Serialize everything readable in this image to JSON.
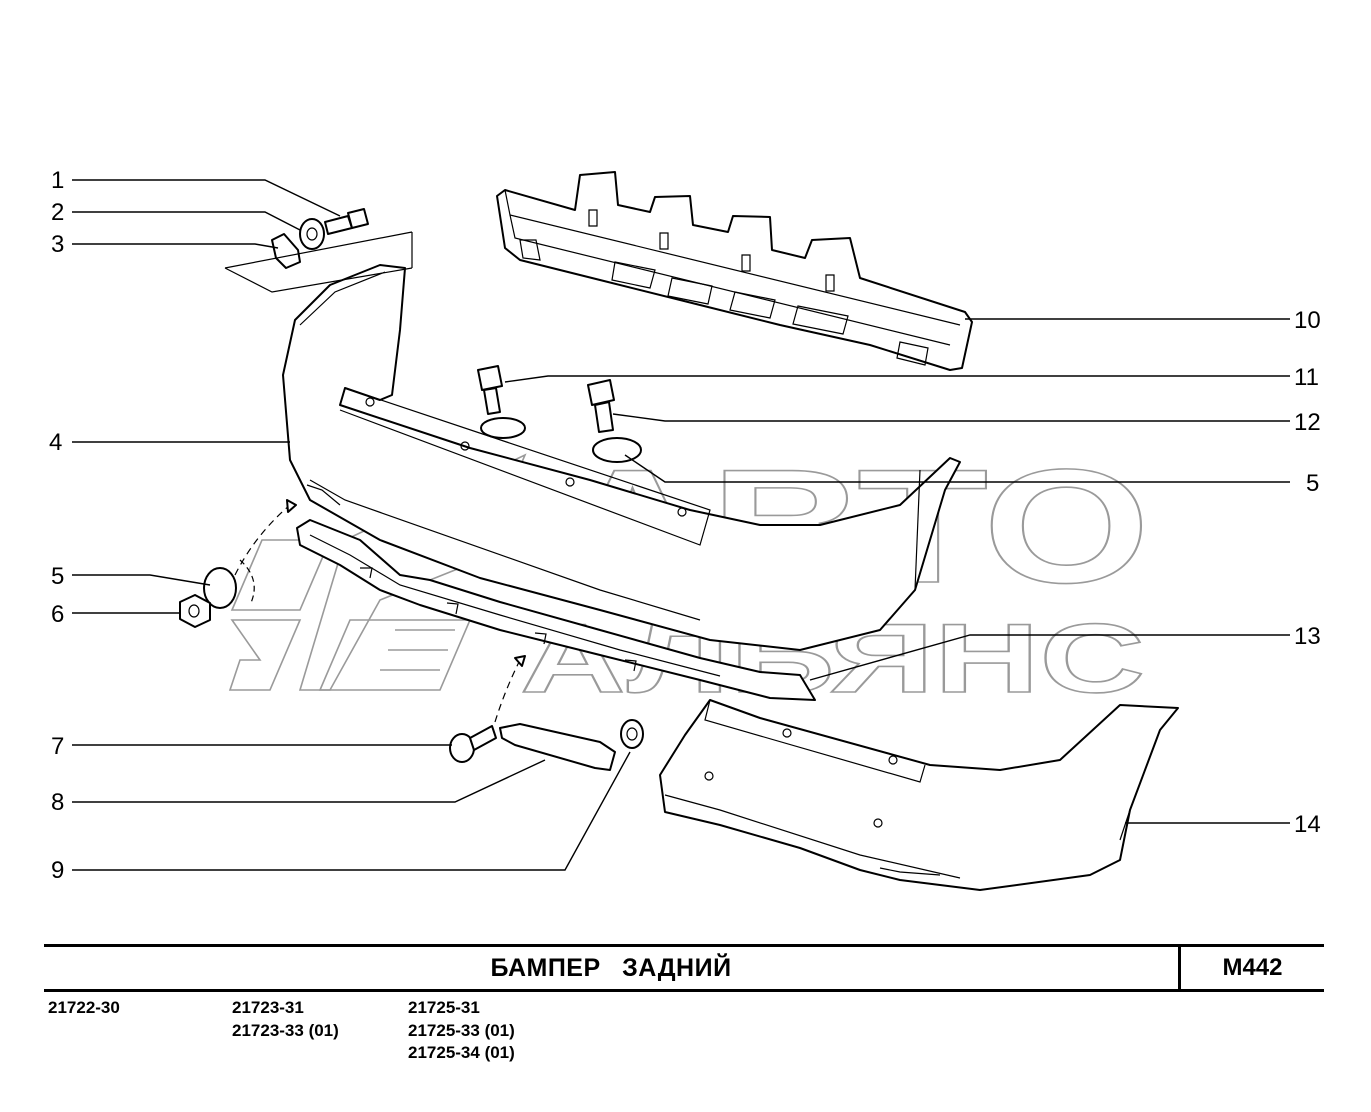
{
  "title": "БАМПЕР   ЗАДНИЙ",
  "code": "M442",
  "models": [
    [
      "21722-30"
    ],
    [
      "21723-31",
      "21723-33 (01)"
    ],
    [
      "21725-31",
      "21725-33 (01)",
      "21725-34 (01)"
    ]
  ],
  "callouts": {
    "c1": "1",
    "c2": "2",
    "c3": "3",
    "c4": "4",
    "c5a": "5",
    "c6": "6",
    "c7": "7",
    "c8": "8",
    "c9": "9",
    "c10": "10",
    "c11": "11",
    "c12": "12",
    "c5b": "5",
    "c13": "13",
    "c14": "14"
  },
  "watermark": {
    "line1": "АВТО",
    "line2": "АЛЬЯНС"
  },
  "colors": {
    "line": "#000000",
    "watermark": "#9a9a9a",
    "background": "#ffffff"
  }
}
